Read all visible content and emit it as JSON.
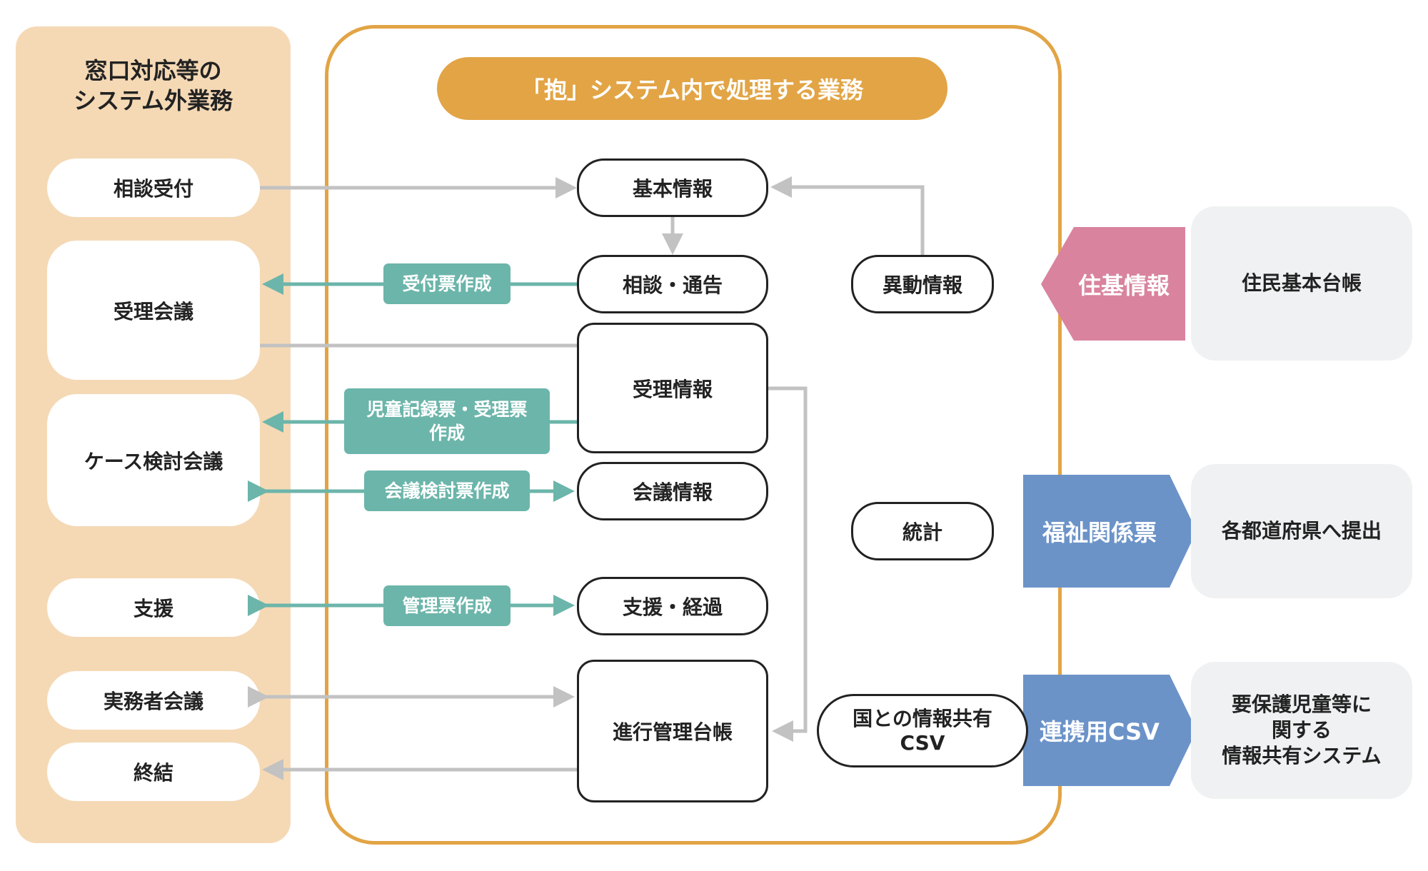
{
  "left_panel": {
    "title_line1": "窓口対応等の",
    "title_line2": "システム外業務",
    "items": [
      "相談受付",
      "受理会議",
      "ケース検討会議",
      "支援",
      "実務者会議",
      "終結"
    ]
  },
  "main_panel": {
    "title": "「抱」システム内で処理する業務",
    "nodes": [
      "基本情報",
      "相談・通告",
      "受理情報",
      "会議情報",
      "支援・経過",
      "進行管理台帳"
    ],
    "right_nodes": {
      "idou": "異動情報",
      "toukei": "統計",
      "kuni_line1": "国との情報共有",
      "kuni_line2": "CSV"
    }
  },
  "edge_labels": {
    "uketsuke_hyo": "受付票作成",
    "jidou_line1": "児童記録票・受理票",
    "jidou_line2": "作成",
    "kaigi_hyo": "会議検討票作成",
    "kanri_hyo": "管理票作成"
  },
  "interfaces": {
    "juki": "住基情報",
    "fukushi": "福祉関係票",
    "renkei": "連携用CSV"
  },
  "external": {
    "juumin": "住民基本台帳",
    "todoufuken": "各都道府県へ提出",
    "youhogo_line1": "要保護児童等に",
    "youhogo_line2": "関する",
    "youhogo_line3": "情報共有システム"
  },
  "colors": {
    "orange": "#e2a445",
    "peach": "#f5d9b5",
    "teal": "#6cb5aa",
    "pink": "#d9839f",
    "blue": "#6b93c8",
    "gray_arrow": "#c2c2c2",
    "light_gray": "#f0f1f2"
  }
}
